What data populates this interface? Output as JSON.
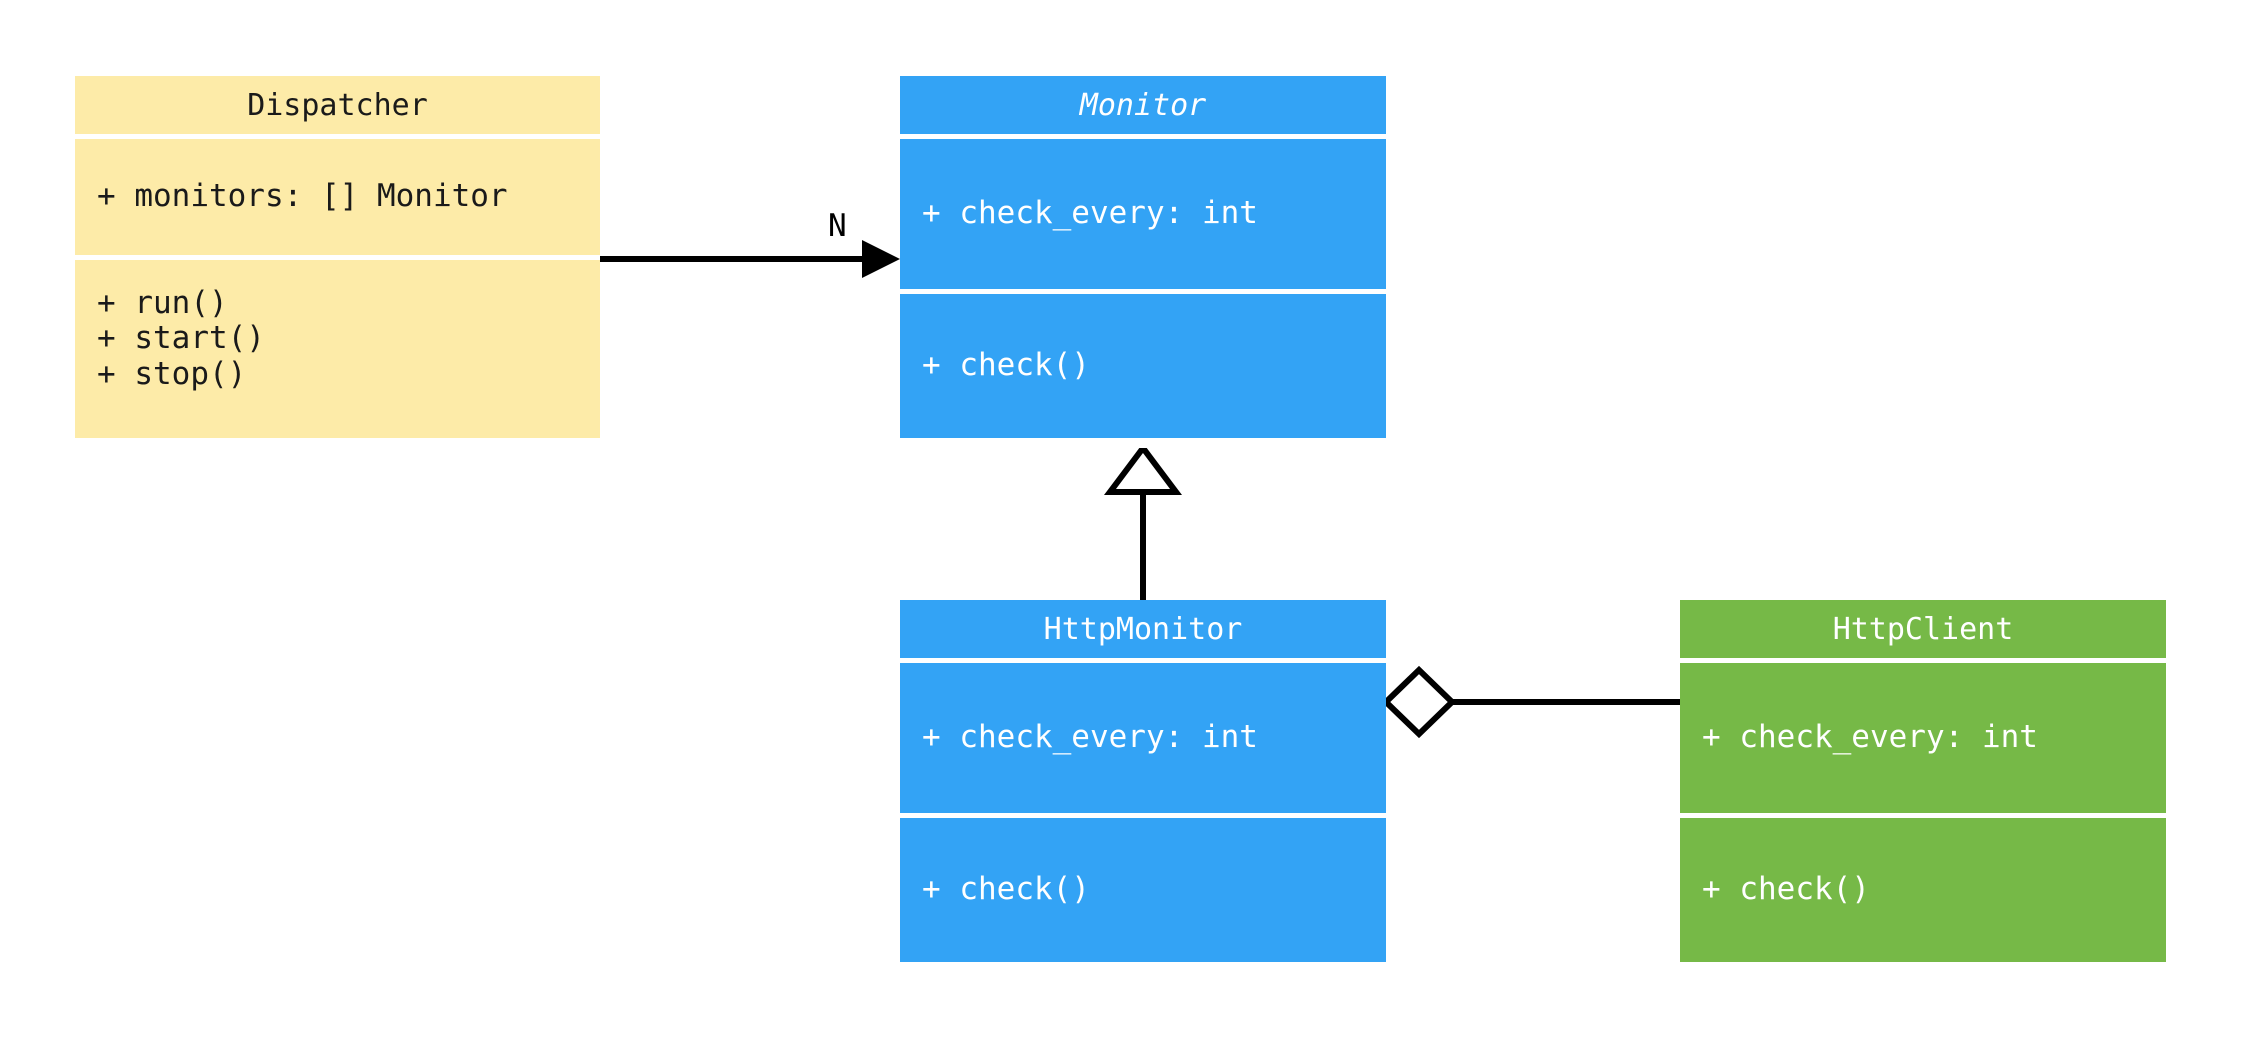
{
  "diagram": {
    "type": "uml-class-diagram",
    "background_color": "#ffffff",
    "palette": {
      "yellow": "#FDEBA8",
      "blue": "#33A3F5",
      "green": "#76B947",
      "line": "#000000",
      "dark_text": "#1a1a1a",
      "light_text": "#ffffff"
    }
  },
  "classes": [
    {
      "id": "dispatcher",
      "name": "Dispatcher",
      "color": "#FDEBA8",
      "abstract": false,
      "attributes": [
        "+ monitors: [] Monitor"
      ],
      "methods": [
        "+ run()",
        "+ start()",
        "+ stop()"
      ]
    },
    {
      "id": "monitor",
      "name": "Monitor",
      "color": "#33A3F5",
      "abstract": true,
      "attributes": [
        "+ check_every: int"
      ],
      "methods": [
        "+ check()"
      ]
    },
    {
      "id": "http_monitor",
      "name": "HttpMonitor",
      "color": "#33A3F5",
      "abstract": false,
      "attributes": [
        "+ check_every: int"
      ],
      "methods": [
        "+ check()"
      ]
    },
    {
      "id": "http_client",
      "name": "HttpClient",
      "color": "#76B947",
      "abstract": false,
      "attributes": [
        "+ check_every: int"
      ],
      "methods": [
        "+ check()"
      ]
    }
  ],
  "relationships": [
    {
      "id": "dispatcher-monitor",
      "kind": "association",
      "from": "Dispatcher",
      "to": "Monitor",
      "label": "N",
      "arrow": "filled-arrow"
    },
    {
      "id": "httpmonitor-monitor",
      "kind": "generalization",
      "from": "HttpMonitor",
      "to": "Monitor",
      "label": "",
      "arrow": "hollow-triangle"
    },
    {
      "id": "httpmonitor-httpclient",
      "kind": "aggregation",
      "from": "HttpMonitor",
      "to": "HttpClient",
      "label": "",
      "arrow": "hollow-diamond"
    }
  ]
}
